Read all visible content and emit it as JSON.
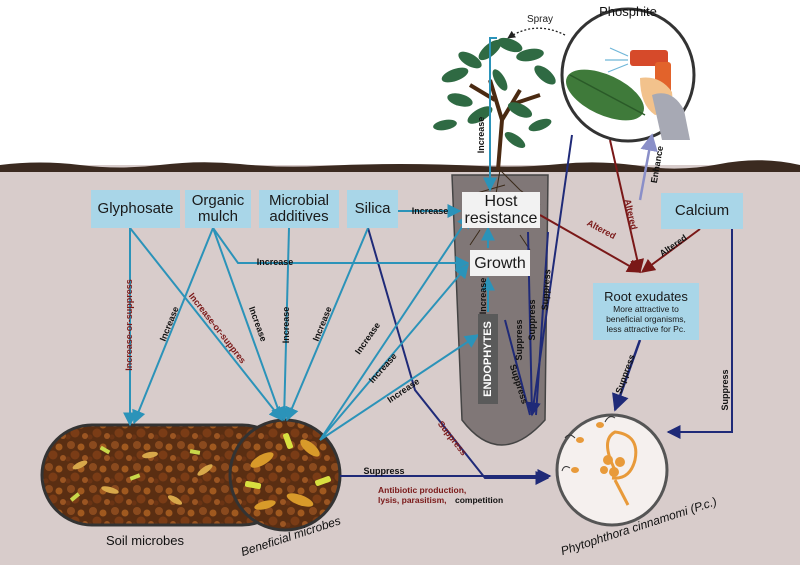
{
  "nodes": {
    "phosphite": "Phosphite",
    "spray": "Spray",
    "glyphosate": "Glyphosate",
    "organic_mulch_1": "Organic",
    "organic_mulch_2": "mulch",
    "microbial_additives_1": "Microbial",
    "microbial_additives_2": "additives",
    "silica": "Silica",
    "host_resistance_1": "Host",
    "host_resistance_2": "resistance",
    "growth": "Growth",
    "calcium": "Calcium",
    "root_exudates_title": "Root exudates",
    "root_exudates_desc_1": "More attractive to",
    "root_exudates_desc_2": "beneficial organisms,",
    "root_exudates_desc_3": "less attractive for Pc.",
    "endophytes": "ENDOPHYTES",
    "soil_microbes": "Soil microbes",
    "beneficial_microbes": "Beneficial microbes",
    "pathogen": "Phytophthora cinnamomi (P.c.)",
    "mechanisms_red": "Antibiotic production,",
    "mechanisms_red2": "lysis, parasitism,",
    "mechanisms_black": "competition"
  },
  "edge_labels": {
    "increase": "Increase",
    "suppress": "Suppress",
    "altered": "Altered",
    "enhance": "Enhance",
    "increase_or_suppress": "Increase-or-suppress",
    "increase_or_suppress_alt": "Increase-or-suppres"
  },
  "colors": {
    "teal": "#2b93b9",
    "navy": "#1f2a78",
    "maroon": "#7a1818",
    "lavender": "#8a8fc8",
    "soil": "#d8cccb",
    "box": "#a9d6e8"
  }
}
